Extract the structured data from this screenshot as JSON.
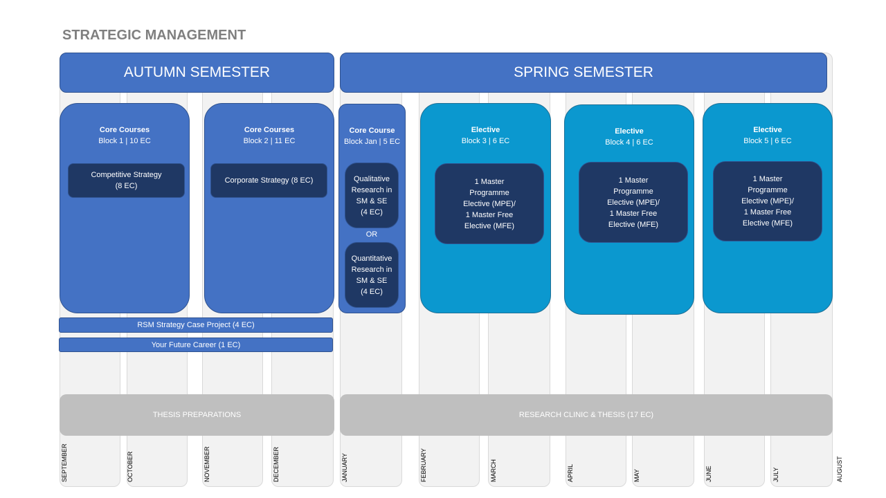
{
  "title": "STRATEGIC MANAGEMENT",
  "semesters": {
    "autumn": "AUTUMN SEMESTER",
    "spring": "SPRING SEMESTER"
  },
  "blocks": {
    "b1": {
      "title": "Core Courses",
      "sub": "Block 1 | 10 EC",
      "courses": [
        "Competitive Strategy\n(8 EC)"
      ]
    },
    "b2": {
      "title": "Core Courses",
      "sub": "Block 2 | 11 EC",
      "courses": [
        "Corporate Strategy (8 EC)"
      ]
    },
    "bjan": {
      "title": "Core Course",
      "sub": "Block Jan | 5 EC",
      "courses": [
        "Qualitative\nResearch in\nSM & SE\n(4 EC)",
        "Quantitative\nResearch in\nSM & SE\n(4 EC)"
      ],
      "or": "OR"
    },
    "b3": {
      "title": "Elective",
      "sub": "Block 3 | 6 EC",
      "courses": [
        "1 Master\nProgramme\nElective (MPE)/\n1 Master Free\nElective (MFE)"
      ]
    },
    "b4": {
      "title": "Elective",
      "sub": "Block 4 | 6 EC",
      "courses": [
        "1 Master\nProgramme\nElective (MPE)/\n1 Master Free\nElective (MFE)"
      ]
    },
    "b5": {
      "title": "Elective",
      "sub": "Block 5 | 6 EC",
      "courses": [
        "1 Master\nProgramme\nElective (MPE)/\n1 Master Free\nElective (MFE)"
      ]
    }
  },
  "bars": {
    "case_project": "RSM Strategy Case Project (4 EC)",
    "future_career": "Your Future Career (1 EC)"
  },
  "thesis": {
    "prep": "THESIS PREPARATIONS",
    "clinic": "RESEARCH CLINIC & THESIS (17 EC)"
  },
  "months": [
    "SEPTEMBER",
    "OCTOBER",
    "NOVEMBER",
    "DECEMBER",
    "JANUARY",
    "FEBRUARY",
    "MARCH",
    "APRIL",
    "MAY",
    "JUNE",
    "JULY",
    "AUGUST"
  ],
  "colors": {
    "blue": "#4472c4",
    "teal": "#0b98cf",
    "navy": "#1f3864",
    "gray": "#bfbfbf",
    "title": "#7f7f7f"
  }
}
